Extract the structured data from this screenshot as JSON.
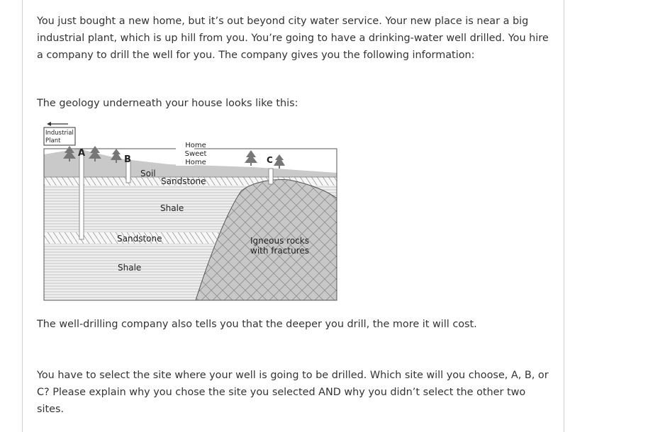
{
  "question": {
    "intro": "You just bought a new home, but it’s out beyond city water service.  Your new place is near a big industrial plant, which is up hill from you. You’re going to have a drinking-water well drilled.  You hire a company to drill the well for you.  The company gives you the following information:",
    "geology_caption": "The geology underneath your house looks like this:",
    "cost_note": "The well-drilling company also tells you that the deeper you drill, the more it will cost.",
    "task": "You have to select the site where your well is going to be drilled.  Which site will you choose, A, B, or C? Please explain why you chose the site you selected AND why you didn’t select the other two sites."
  },
  "diagram": {
    "industrial_plant": [
      "Industrial",
      "Plant"
    ],
    "home": [
      "Home",
      "Sweet",
      "Home"
    ],
    "site_a": "A",
    "site_b": "B",
    "site_c": "C",
    "soil": "Soil",
    "sandstone_upper": "Sandstone",
    "shale_upper": "Shale",
    "sandstone_lower": "Sandstone",
    "shale_lower": "Shale",
    "igneous": [
      "Igneous rocks",
      "with fractures"
    ]
  }
}
